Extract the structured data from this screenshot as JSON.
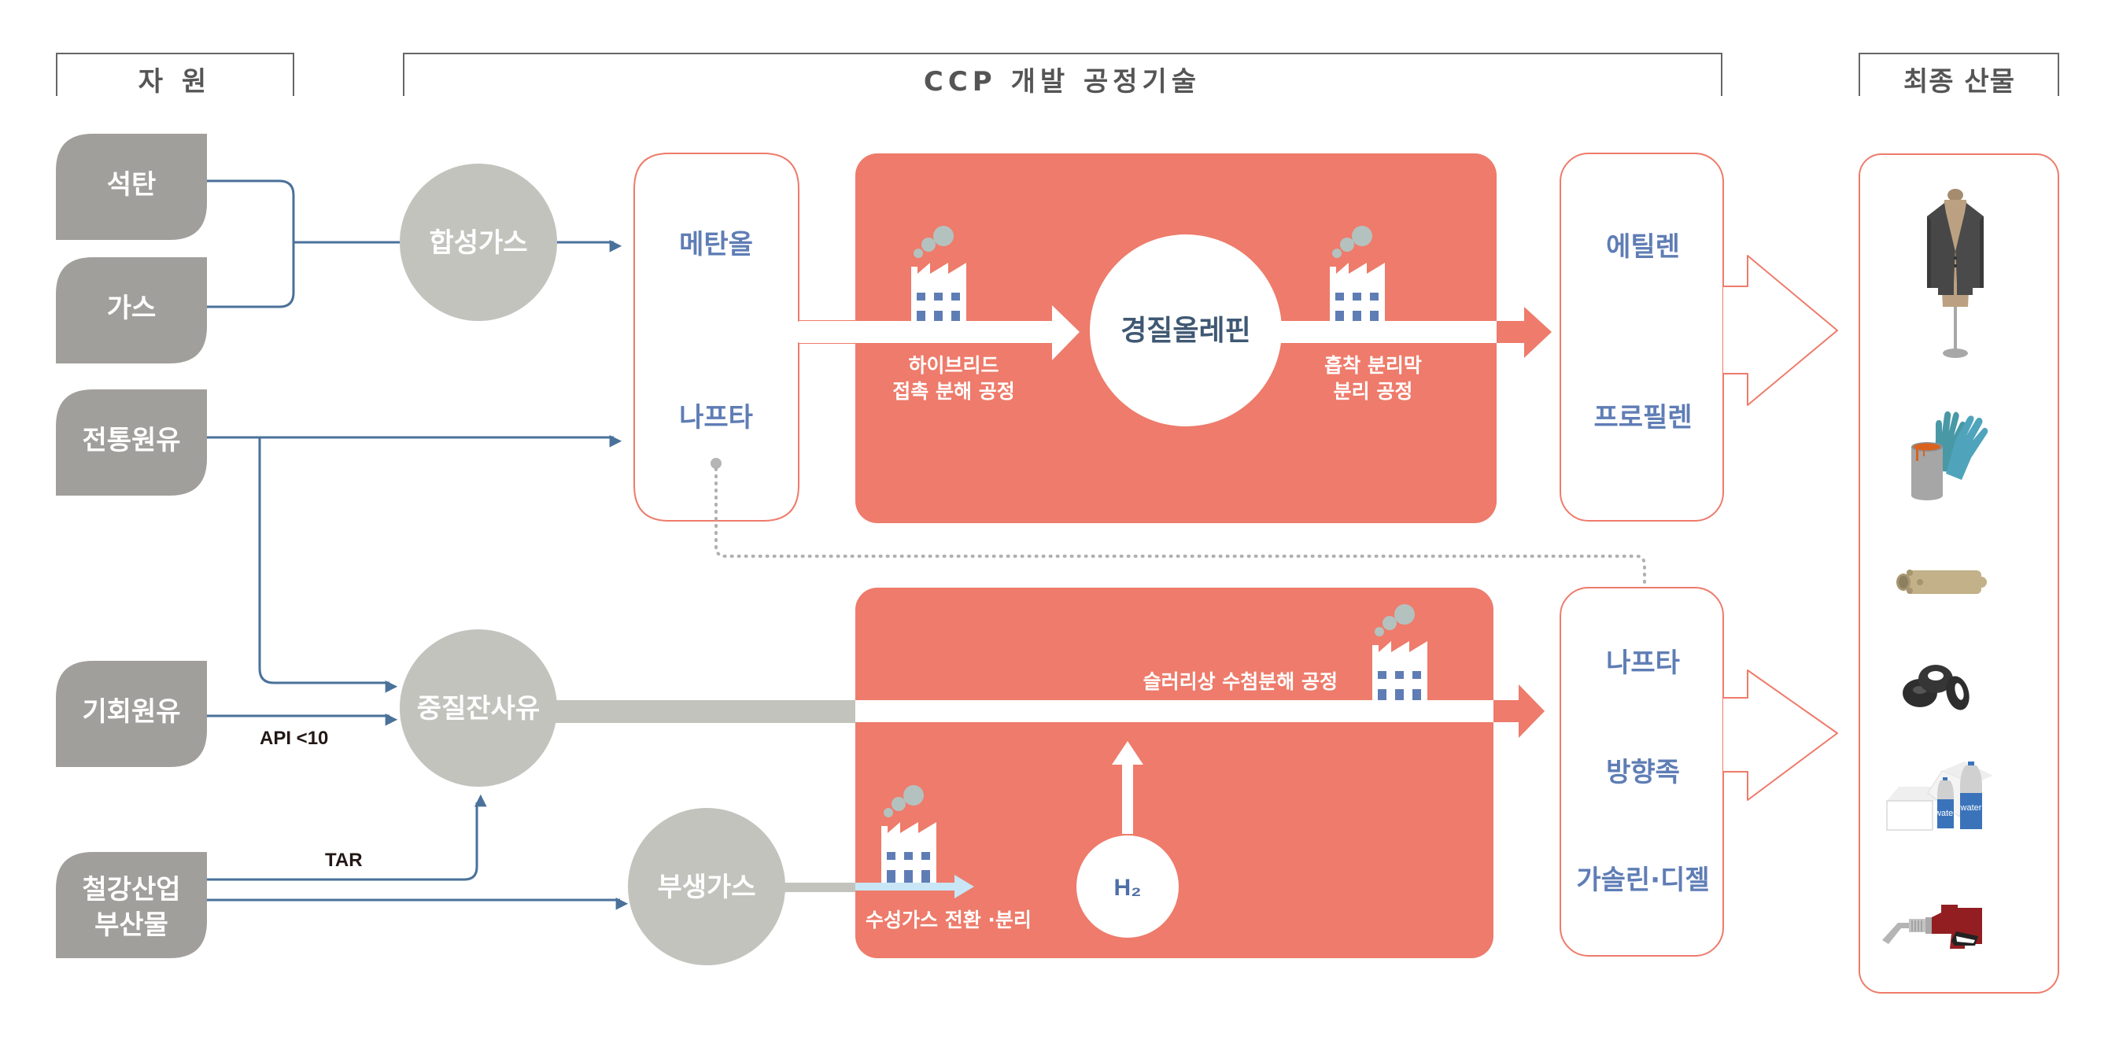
{
  "headers": {
    "resources": "자 원",
    "process": "CCP 개발 공정기술",
    "products": "최종 산물"
  },
  "resources": [
    {
      "label": "석탄"
    },
    {
      "label": "가스"
    },
    {
      "label": "전통원유"
    },
    {
      "label": "기회원유"
    },
    {
      "label_line1": "철강산업",
      "label_line2": "부산물"
    }
  ],
  "intermediates": {
    "syngas": "합성가스",
    "heavy_residue": "중질잔사유",
    "byproduct_gas": "부생가스"
  },
  "edge_labels": {
    "api": "API <10",
    "tar": "TAR"
  },
  "feedstocks": {
    "methanol": "메탄올",
    "naphtha": "나프타"
  },
  "upper_process": {
    "step1_line1": "하이브리드",
    "step1_line2": "접촉 분해 공정",
    "center": "경질올레핀",
    "step2_line1": "흡착 분리막",
    "step2_line2": "분리 공정"
  },
  "lower_process": {
    "slurry": "슬러리상 수첨분해 공정",
    "water_gas": "수성가스 전환 ·분리",
    "hydrogen": "H₂"
  },
  "outputs_upper": [
    "에틸렌",
    "프로필렌"
  ],
  "outputs_lower": [
    "나프타",
    "방향족",
    "가솔린·디젤"
  ],
  "final_products": [
    {
      "icon": "suit-mannequin-icon"
    },
    {
      "icon": "paint-can-gloves-icon"
    },
    {
      "icon": "pipes-icon"
    },
    {
      "icon": "tires-icon"
    },
    {
      "icon": "packaging-bottles-icon",
      "bottle_label": "water"
    },
    {
      "icon": "fuel-nozzle-icon"
    }
  ],
  "colors": {
    "resource_box": "#A19F9B",
    "intermediate_circle": "#C2C3BD",
    "process_red": "#EE7B6B",
    "flow_blue": "#4A719A",
    "feed_text_blue": "#5F7DB5",
    "header_gray": "#555555"
  }
}
